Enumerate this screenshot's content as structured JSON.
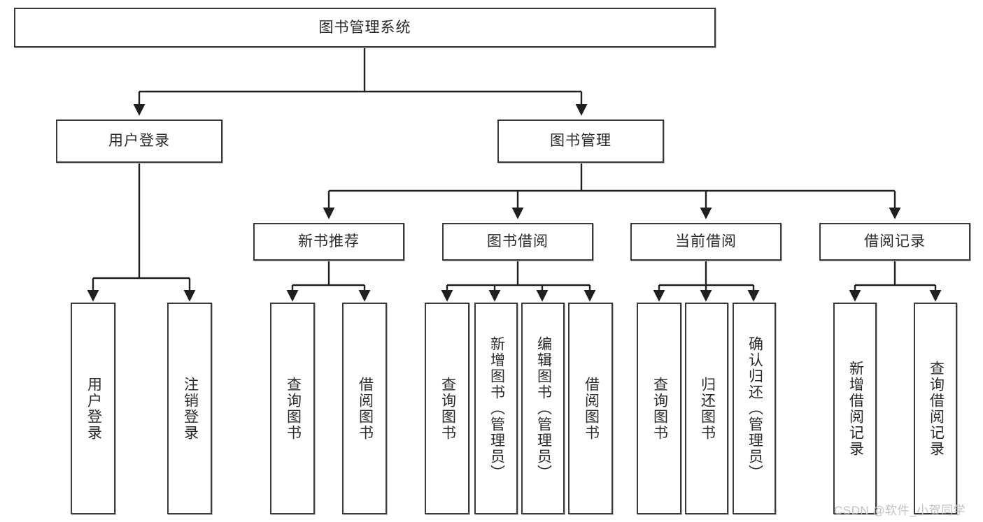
{
  "diagram": {
    "type": "tree",
    "title": "图书管理系统",
    "watermark": "CSDN @软件_小贺同学",
    "colors": {
      "box_border": "#3a3a3a",
      "box_fill": "#ffffff",
      "connector": "#1f1f1f",
      "text": "#2b2b2b",
      "watermark": "#c2c2c2"
    },
    "nodes": {
      "root": {
        "label": "图书管理系统",
        "level": 1
      },
      "user_login": {
        "label": "用户登录",
        "level": 2
      },
      "book_manage": {
        "label": "图书管理",
        "level": 2
      },
      "new_book_rec": {
        "label": "新书推荐",
        "level": 3
      },
      "book_borrow": {
        "label": "图书借阅",
        "level": 3
      },
      "current_borrow": {
        "label": "当前借阅",
        "level": 3
      },
      "borrow_record": {
        "label": "借阅记录",
        "level": 3
      },
      "leaf_user_login": {
        "label": "用户登录",
        "level": 4
      },
      "leaf_logout": {
        "label": "注销登录",
        "level": 4
      },
      "leaf_query_book_1": {
        "label": "查询图书",
        "level": 4
      },
      "leaf_borrow_book_1": {
        "label": "借阅图书",
        "level": 4
      },
      "leaf_query_book_2": {
        "label": "查询图书",
        "level": 4
      },
      "leaf_add_book": {
        "label": "新增图书（管理员）",
        "level": 4
      },
      "leaf_edit_book": {
        "label": "编辑图书（管理员）",
        "level": 4
      },
      "leaf_borrow_book_2": {
        "label": "借阅图书",
        "level": 4
      },
      "leaf_query_book_3": {
        "label": "查询图书",
        "level": 4
      },
      "leaf_return_book": {
        "label": "归还图书",
        "level": 4
      },
      "leaf_confirm_return": {
        "label": "确认归还（管理员）",
        "level": 4
      },
      "leaf_add_record": {
        "label": "新增借阅记录",
        "level": 4
      },
      "leaf_query_record": {
        "label": "查询借阅记录",
        "level": 4
      }
    },
    "edges": [
      {
        "from": "root",
        "to": "user_login"
      },
      {
        "from": "root",
        "to": "book_manage"
      },
      {
        "from": "user_login",
        "to": "leaf_user_login"
      },
      {
        "from": "user_login",
        "to": "leaf_logout"
      },
      {
        "from": "book_manage",
        "to": "new_book_rec"
      },
      {
        "from": "book_manage",
        "to": "book_borrow"
      },
      {
        "from": "book_manage",
        "to": "current_borrow"
      },
      {
        "from": "book_manage",
        "to": "borrow_record"
      },
      {
        "from": "new_book_rec",
        "to": "leaf_query_book_1"
      },
      {
        "from": "new_book_rec",
        "to": "leaf_borrow_book_1"
      },
      {
        "from": "book_borrow",
        "to": "leaf_query_book_2"
      },
      {
        "from": "book_borrow",
        "to": "leaf_add_book"
      },
      {
        "from": "book_borrow",
        "to": "leaf_edit_book"
      },
      {
        "from": "book_borrow",
        "to": "leaf_borrow_book_2"
      },
      {
        "from": "current_borrow",
        "to": "leaf_query_book_3"
      },
      {
        "from": "current_borrow",
        "to": "leaf_return_book"
      },
      {
        "from": "current_borrow",
        "to": "leaf_confirm_return"
      },
      {
        "from": "borrow_record",
        "to": "leaf_add_record"
      },
      {
        "from": "borrow_record",
        "to": "leaf_query_record"
      }
    ]
  }
}
